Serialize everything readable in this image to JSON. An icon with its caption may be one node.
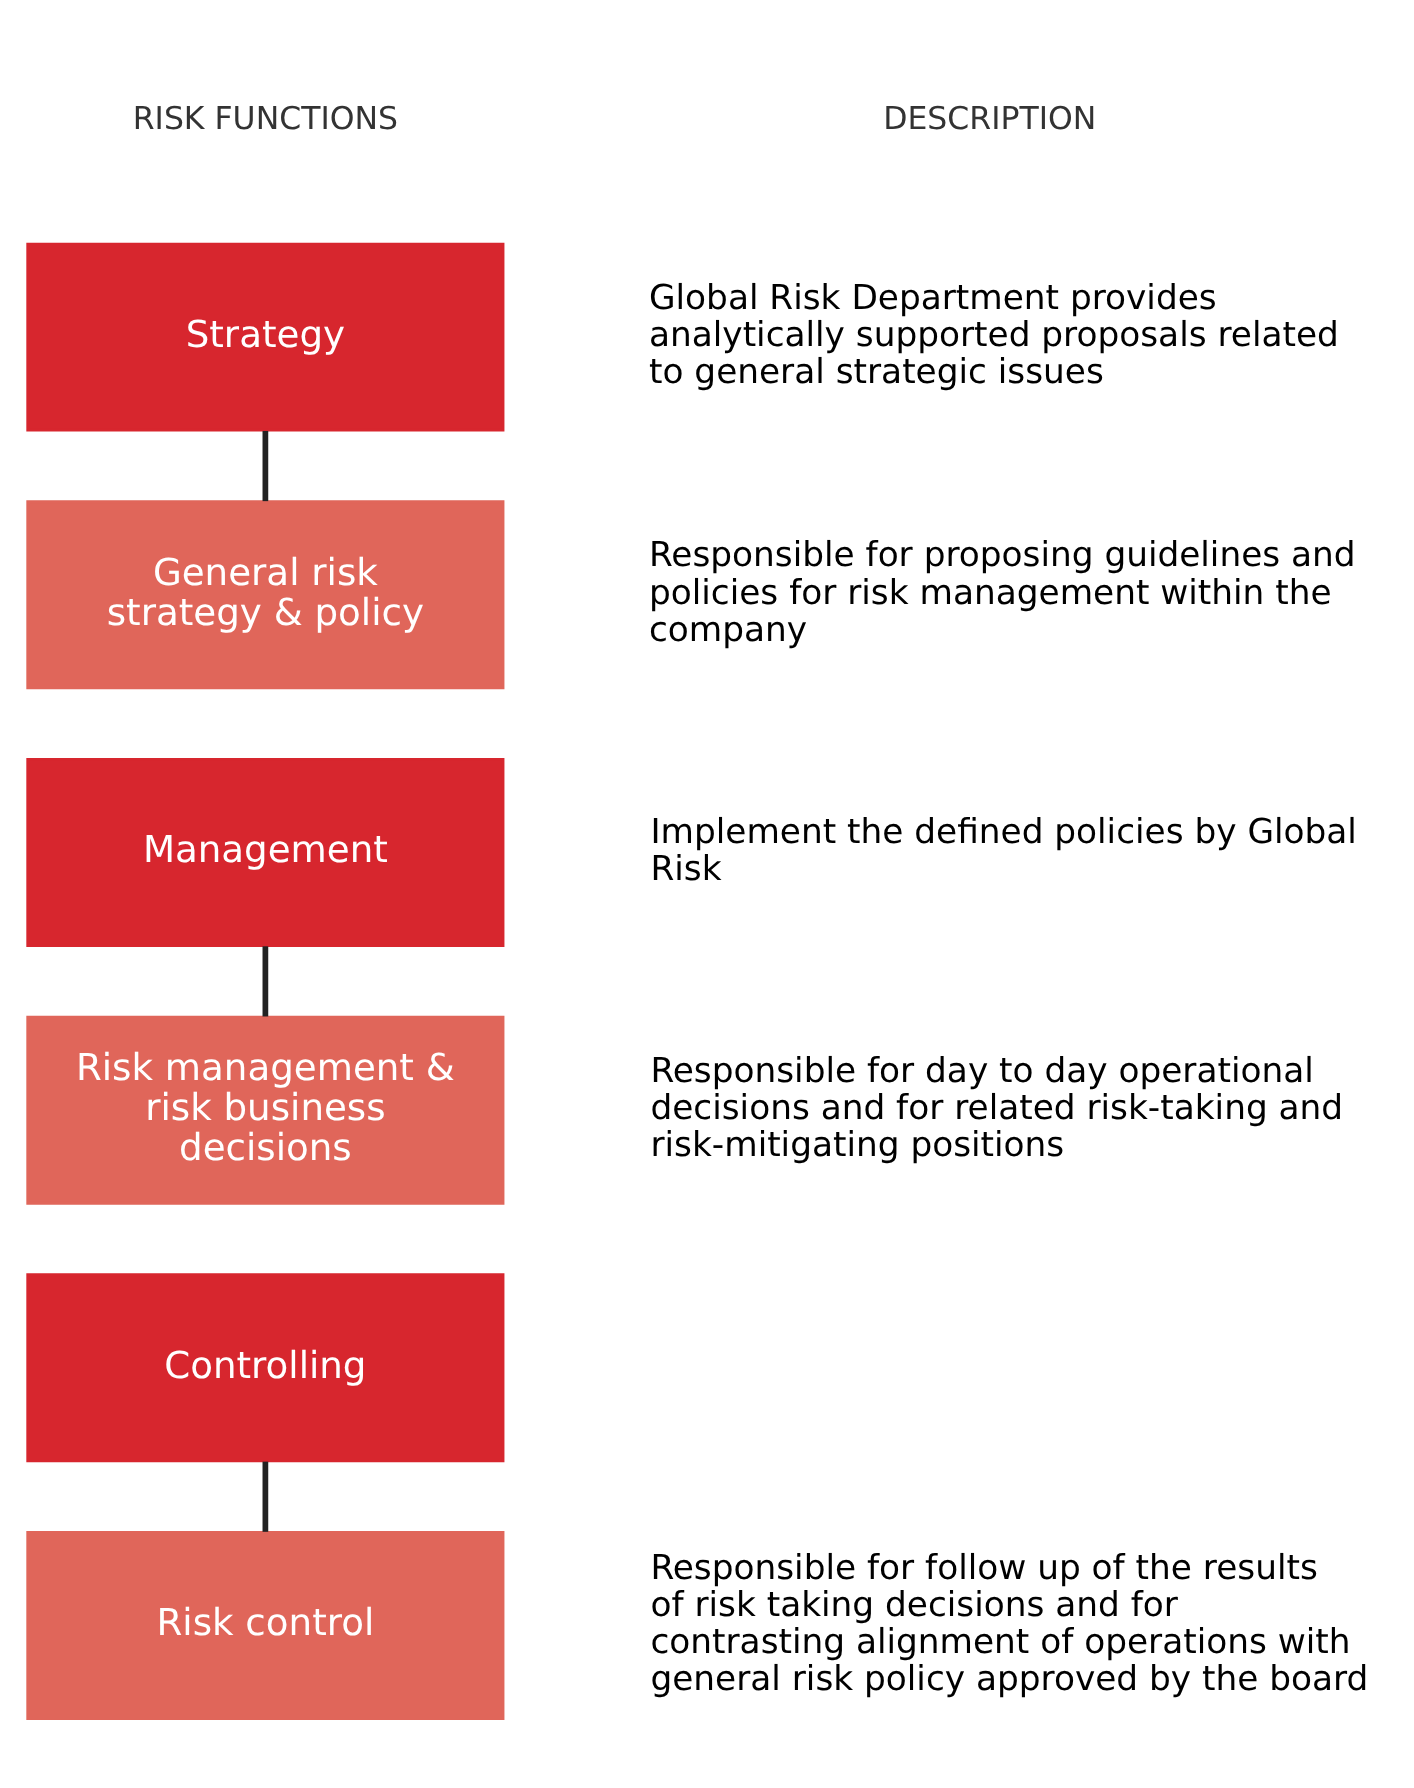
{
  "diagram": {
    "nodes": [
      {
        "text": [
          "Strategy"
        ]
      },
      {
        "text": [
          "General risk strategy & policy"
        ]
      },
      {
        "text": [
          "Management"
        ]
      },
      {
        "text": [
          "Risk management & risk business decisions"
        ]
      },
      {
        "text": [
          "Controlling"
        ]
      },
      {
        "text": [
          "Risk control"
        ]
      }
    ],
    "edges": [
      {
        "from": 0,
        "to": 1,
        "arrow": "none"
      },
      {
        "from": 2,
        "to": 3,
        "arrow": "none"
      },
      {
        "from": 4,
        "to": 5,
        "arrow": "none"
      }
    ],
    "labels": [
      "RISK FUNCTIONS",
      "DESCRIPTION",
      "Global Risk Department provides analytically supported proposals related to general strategic issues",
      "Responsible for proposing guidelines and policies for risk management within the company",
      "Implement the defined policies by Global Risk",
      "Responsible for day to day operational decisions and for related risk-taking and risk-mitigating positions",
      "Responsible for follow up of the results of risk taking decisions and for contrasting alignment of operations with general risk policy approved by the board"
    ]
  }
}
